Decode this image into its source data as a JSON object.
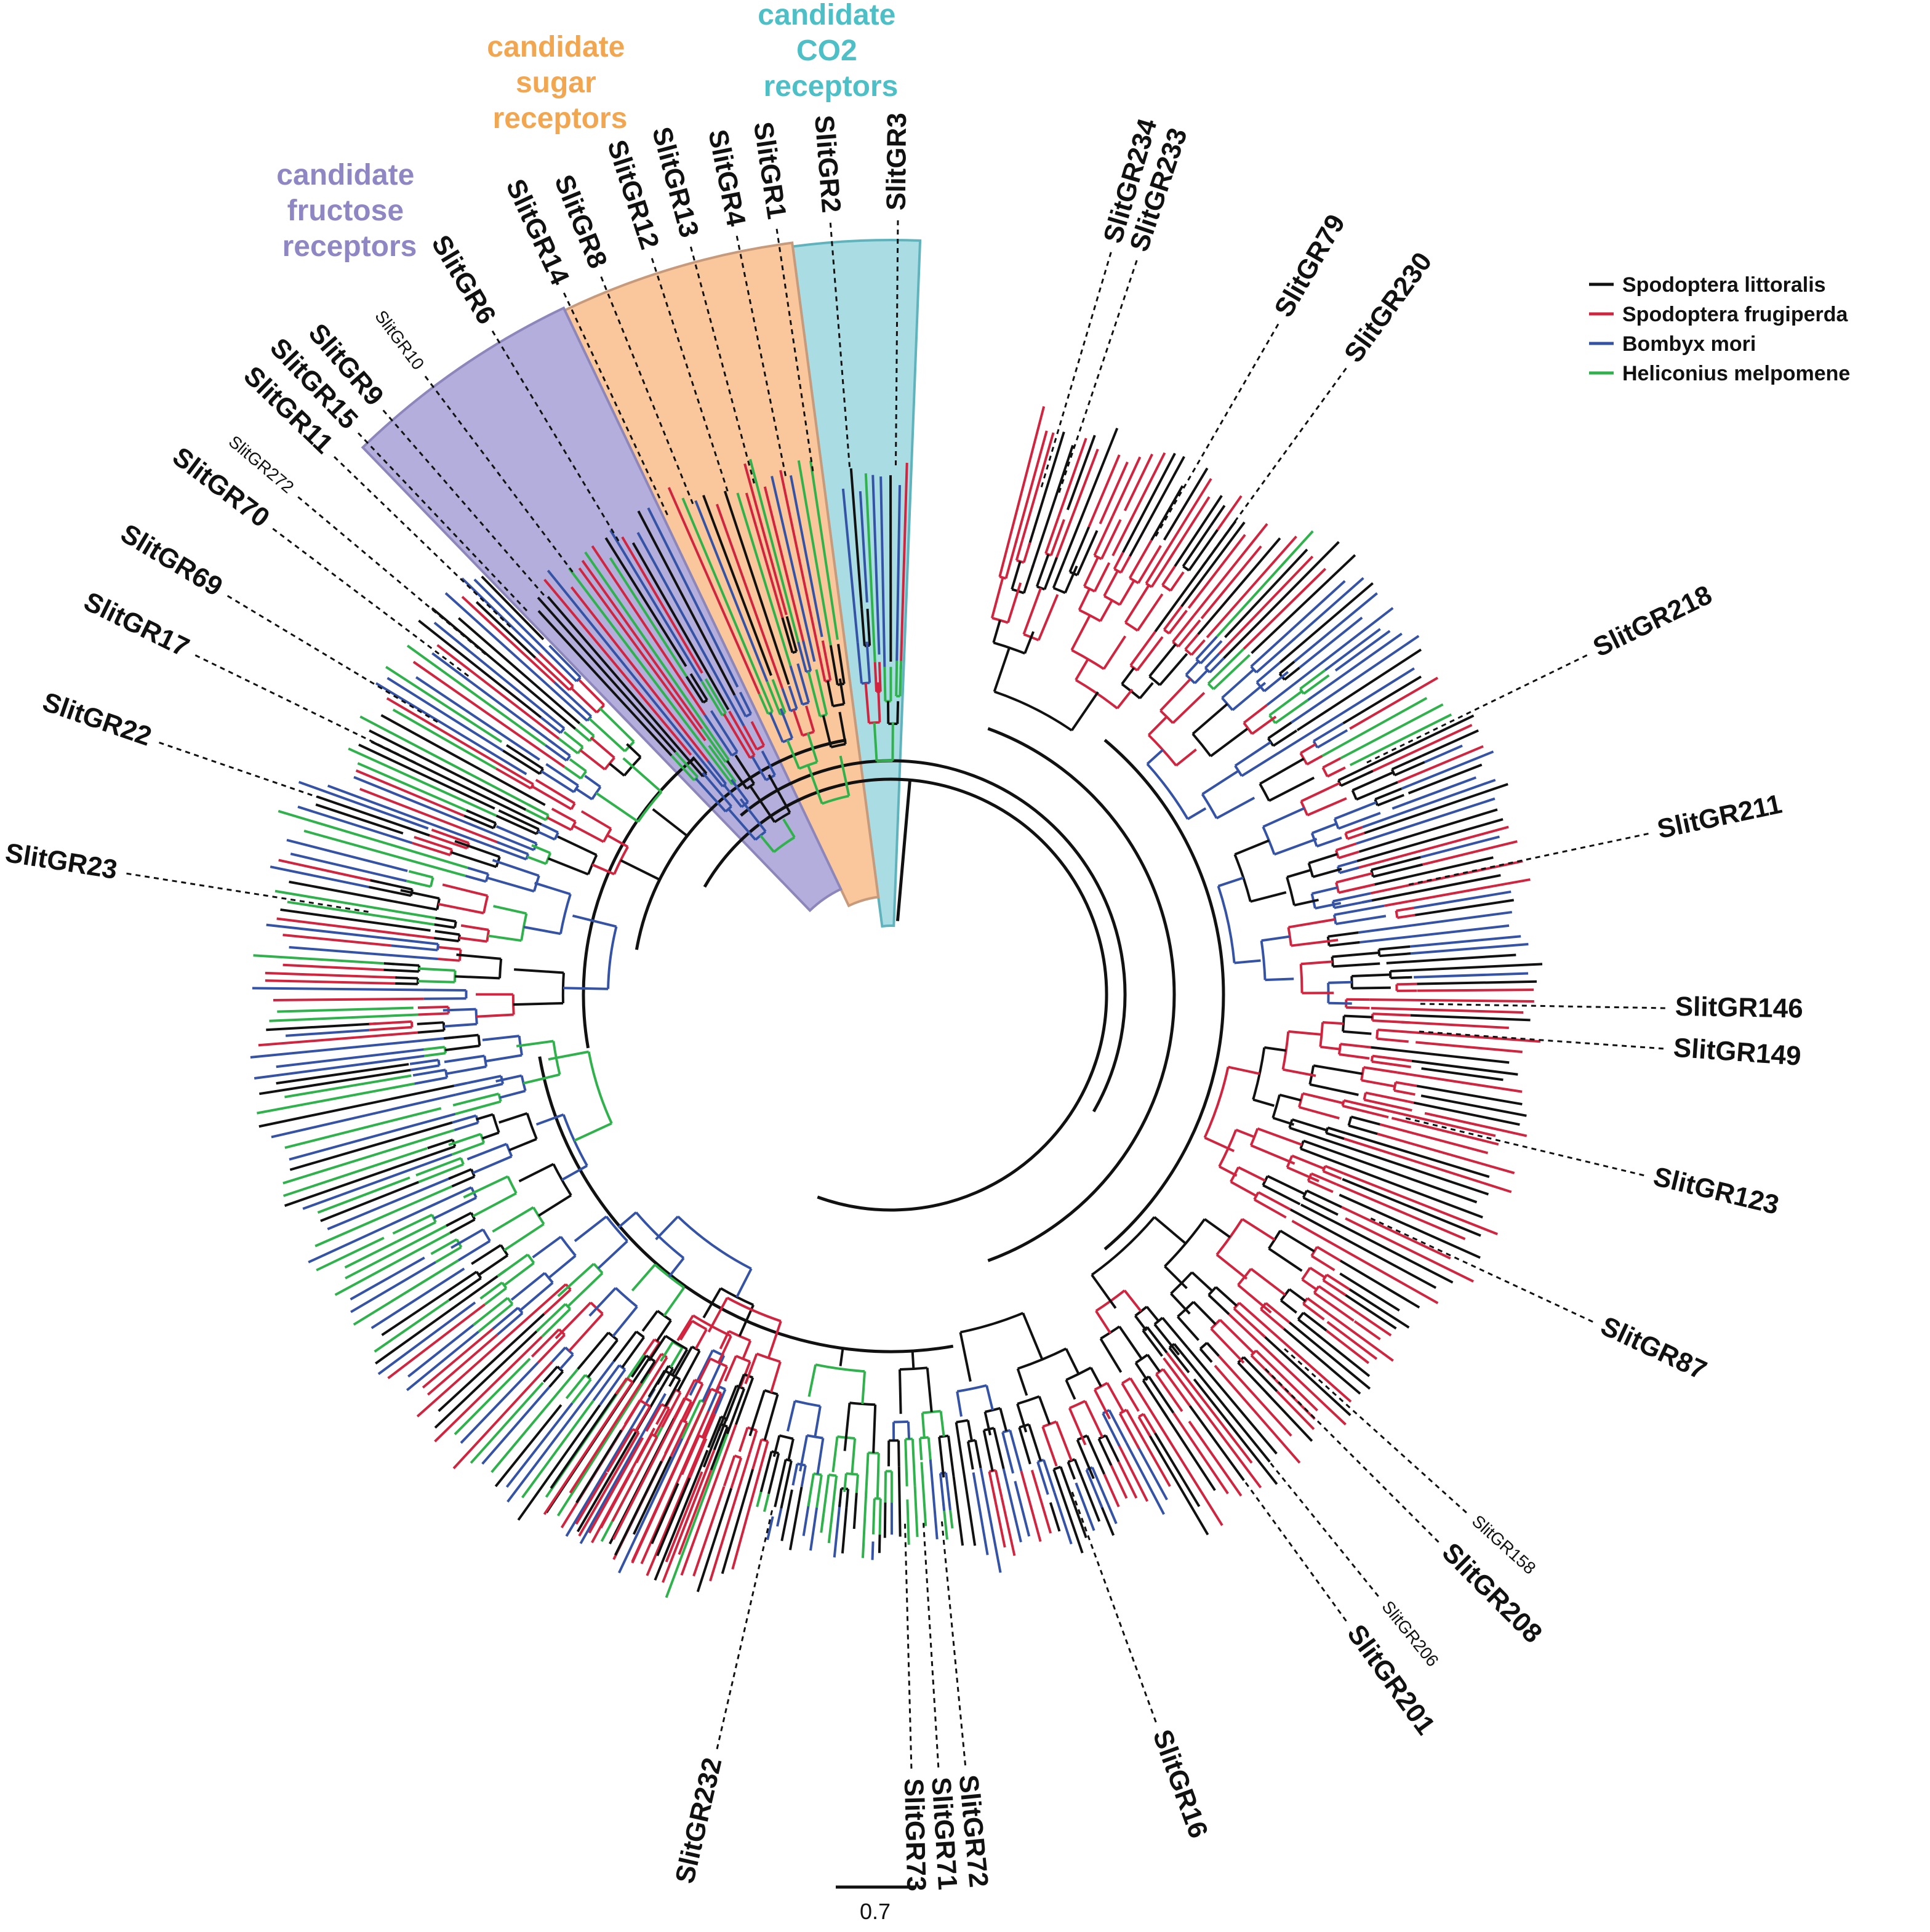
{
  "colors": {
    "littoralis": "#111111",
    "frugiperda": "#d0243f",
    "bombyx": "#3553a6",
    "heliconius": "#2fb24b",
    "co2_fill": "#a9dde3",
    "co2_stroke": "#5fb3bd",
    "co2_text": "#4cc0c6",
    "sugar_fill": "#f9c79b",
    "sugar_stroke": "#c79a7c",
    "sugar_text": "#f2a64f",
    "fructose_fill": "#b3aedb",
    "fructose_stroke": "#8c86bb",
    "fructose_text": "#8f86c4"
  },
  "clades": {
    "co2": [
      "candidate",
      "CO2",
      "receptors"
    ],
    "sugar": [
      "candidate",
      "sugar",
      "receptors"
    ],
    "fructose": [
      "candidate",
      "fructose",
      "receptors"
    ]
  },
  "legend": [
    {
      "name": "Spodoptera littoralis",
      "color": "#111111"
    },
    {
      "name": "Spodoptera frugiperda",
      "color": "#d0243f"
    },
    {
      "name": "Bombyx mori",
      "color": "#3553a6"
    },
    {
      "name": "Heliconius melpomene",
      "color": "#2fb24b"
    }
  ],
  "scale_bar": "0.7",
  "labels": [
    {
      "text": "SlitGR3",
      "deg": 0.5,
      "small": false
    },
    {
      "text": "SlitGR2",
      "deg": -4.5,
      "small": false
    },
    {
      "text": "SlitGR1",
      "deg": -8.5,
      "small": false
    },
    {
      "text": "SlitGR4",
      "deg": -11.5,
      "small": false
    },
    {
      "text": "SlitGR13",
      "deg": -15.0,
      "small": false
    },
    {
      "text": "SlitGR12",
      "deg": -18.0,
      "small": false
    },
    {
      "text": "SlitGR8",
      "deg": -22.0,
      "small": false
    },
    {
      "text": "SlitGR14",
      "deg": -25.0,
      "small": false
    },
    {
      "text": "SlitGR6",
      "deg": -31.0,
      "small": false
    },
    {
      "text": "SlitGR10",
      "deg": -37.0,
      "small": true
    },
    {
      "text": "SlitGR9",
      "deg": -41.0,
      "small": false
    },
    {
      "text": "SlitGR15",
      "deg": -43.5,
      "small": false
    },
    {
      "text": "SlitGR11",
      "deg": -46.0,
      "small": false
    },
    {
      "text": "SlitGR272",
      "deg": -50.0,
      "small": true
    },
    {
      "text": "SlitGR70",
      "deg": -53.0,
      "small": false
    },
    {
      "text": "SlitGR69",
      "deg": -59.0,
      "small": false
    },
    {
      "text": "SlitGR17",
      "deg": -64.0,
      "small": false
    },
    {
      "text": "SlitGR22",
      "deg": -71.0,
      "small": false
    },
    {
      "text": "SlitGR23",
      "deg": -81.0,
      "small": false
    },
    {
      "text": "SlitGR234",
      "deg": 16.5,
      "small": false
    },
    {
      "text": "SlitGR233",
      "deg": 18.5,
      "small": false
    },
    {
      "text": "SlitGR79",
      "deg": 30.0,
      "small": false
    },
    {
      "text": "SlitGR230",
      "deg": 36.0,
      "small": false
    },
    {
      "text": "SlitGR218",
      "deg": 64.0,
      "small": false
    },
    {
      "text": "SlitGR211",
      "deg": 78.0,
      "small": false
    },
    {
      "text": "SlitGR146",
      "deg": 91.0,
      "small": false
    },
    {
      "text": "SlitGR149",
      "deg": 94.0,
      "small": false
    },
    {
      "text": "SlitGR123",
      "deg": 103.5,
      "small": false
    },
    {
      "text": "SlitGR87",
      "deg": 115.0,
      "small": false
    },
    {
      "text": "SlitGR158",
      "deg": 132.0,
      "small": true
    },
    {
      "text": "SlitGR208",
      "deg": 135.0,
      "small": false
    },
    {
      "text": "SlitGR206",
      "deg": 141.0,
      "small": true
    },
    {
      "text": "SlitGR201",
      "deg": 144.0,
      "small": false
    },
    {
      "text": "SlitGR16",
      "deg": 160.0,
      "small": false
    },
    {
      "text": "SlitGR72",
      "deg": 174.5,
      "small": false
    },
    {
      "text": "SlitGR71",
      "deg": 176.5,
      "small": false
    },
    {
      "text": "SlitGR73",
      "deg": 178.5,
      "small": false
    },
    {
      "text": "SlitGR232",
      "deg": 193.0,
      "small": false
    }
  ]
}
